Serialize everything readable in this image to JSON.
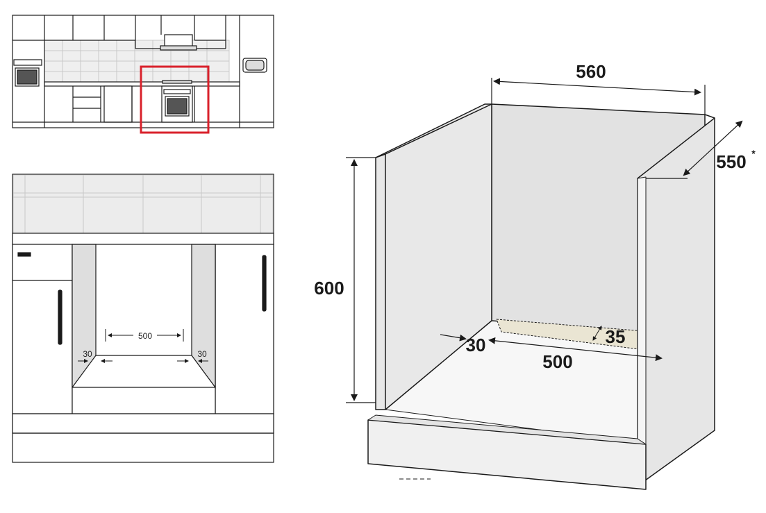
{
  "colors": {
    "line": "#1a1a1a",
    "cabinet_fill": "#f4f4f4",
    "tile_fill": "#ececec",
    "wall_fill": "#dcdcdc",
    "highlight": "#d9212b",
    "vent_fill": "#eae5d3"
  },
  "kitchen_overview": {
    "highlight_label": ""
  },
  "front_view": {
    "width_label": "500",
    "left_gap_label": "30",
    "right_gap_label": "30"
  },
  "cabinet_3d": {
    "width_label": "560",
    "depth_label": "550",
    "depth_footnote": "*",
    "height_label": "600",
    "vent_width_label": "500",
    "vent_depth_label": "35",
    "vent_offset_label": "30"
  }
}
